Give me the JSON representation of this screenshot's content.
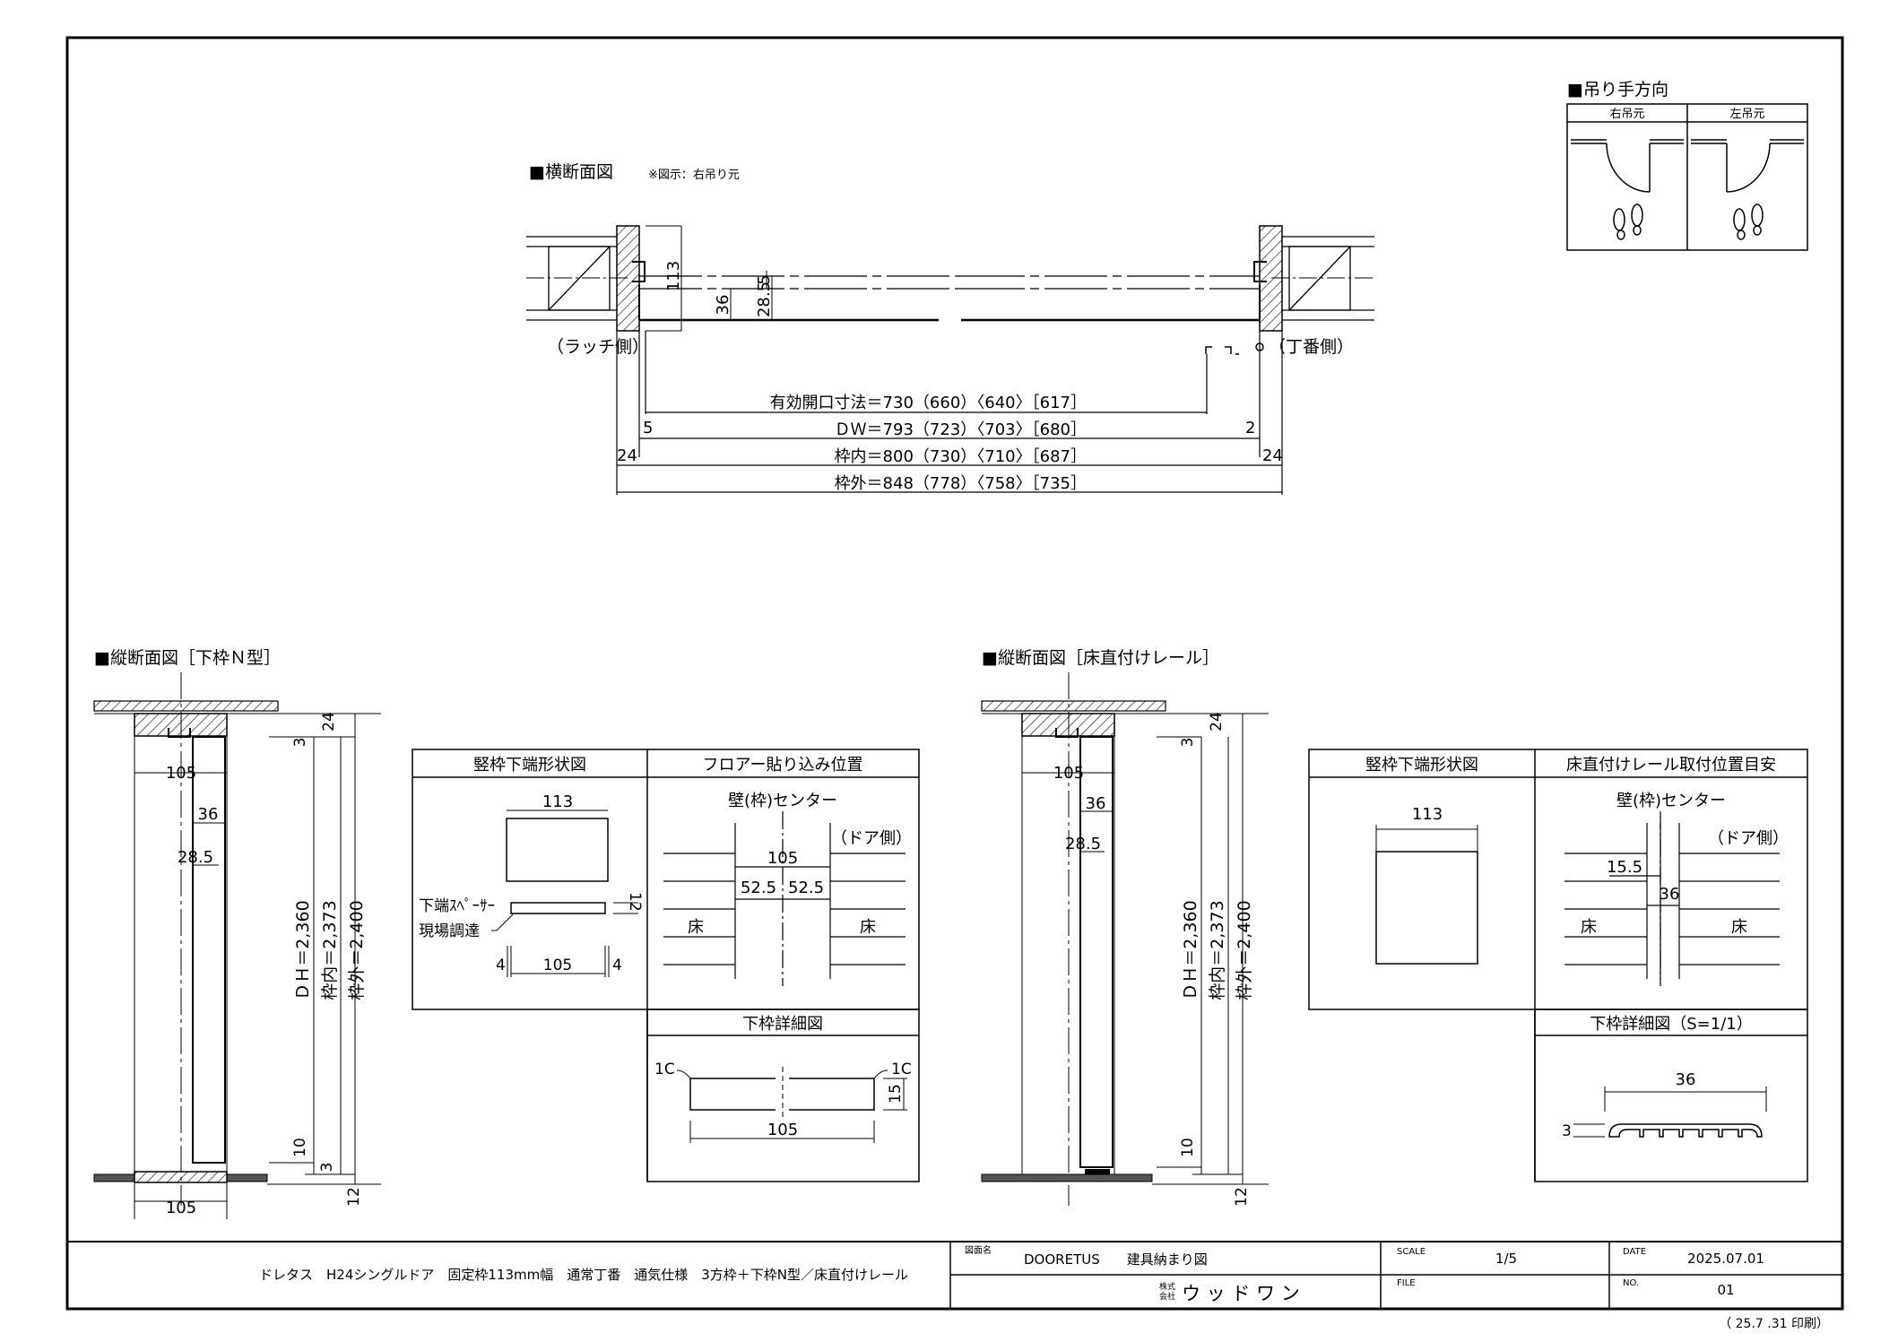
{
  "horizontal_section": {
    "title": "■横断面図",
    "note": "※図示：右吊り元",
    "latch_side": "（ラッチ側）",
    "hinge_side": "（丁番側）",
    "dim_113": "113",
    "dim_36": "36",
    "dim_28_5": "28.5",
    "dim_5_top": "5",
    "dim_5_left": "5",
    "dim_2_right": "2",
    "dim_24_left": "24",
    "dim_24_right": "24",
    "effective_opening": "有効開口寸法＝730（660）〈640〉［617］",
    "dw": "ＤＷ＝793（723）〈703〉［680］",
    "frame_inner": "枠内＝800（730）〈710〉［687］",
    "frame_outer": "枠外＝848（778）〈758〉［735］"
  },
  "hinge_direction": {
    "title": "■吊り手方向",
    "right": "右吊元",
    "left": "左吊元"
  },
  "vertical_n": {
    "title": "■縦断面図［下枠Ｎ型］",
    "dim_105_top": "105",
    "dim_36": "36",
    "dim_28_5": "28.5",
    "dim_105_bottom": "105",
    "dh": "ＤＨ＝2,360",
    "frame_inner": "枠内＝2,373",
    "frame_outer": "枠外＝2,400",
    "dim_24": "24",
    "dim_3_top": "3",
    "dim_10": "10",
    "dim_3_bottom": "3",
    "dim_12": "12"
  },
  "detail_n": {
    "bottom_shape_title": "竪枠下端形状図",
    "floor_position_title": "フロアー貼り込み位置",
    "dim_113": "113",
    "dim_12": "12",
    "spacer_label": "下端ｽﾍﾟｰｻｰ",
    "site_supply": "現場調達",
    "dim_4_left": "4",
    "dim_105": "105",
    "dim_4_right": "4",
    "wall_center": "壁(枠)センター",
    "door_side": "（ドア側）",
    "dim_105_floor": "105",
    "dim_52_5_left": "52.5",
    "dim_52_5_right": "52.5",
    "floor_left": "床",
    "floor_right": "床",
    "bottom_detail_title": "下枠詳細図",
    "chamfer_left": "1C",
    "chamfer_right": "1C",
    "dim_15": "15",
    "dim_105_detail": "105"
  },
  "vertical_rail": {
    "title": "■縦断面図［床直付けレール］",
    "dim_105": "105",
    "dim_36": "36",
    "dim_28_5": "28.5",
    "dh": "ＤＨ＝2,360",
    "frame_inner": "枠内＝2,373",
    "frame_outer": "枠外＝2,400",
    "dim_24": "24",
    "dim_3": "3",
    "dim_10": "10",
    "dim_12": "12"
  },
  "detail_rail": {
    "bottom_shape_title": "竪枠下端形状図",
    "rail_position_title": "床直付けレール取付位置目安",
    "dim_113": "113",
    "wall_center": "壁(枠)センター",
    "door_side": "（ドア側）",
    "dim_15_5": "15.5",
    "dim_36": "36",
    "floor_left": "床",
    "floor_right": "床",
    "bottom_detail_title": "下枠詳細図（S=1/1）",
    "dim_36_detail": "36",
    "dim_3": "3"
  },
  "title_block": {
    "description": "ドレタス　H24シングルドア　固定枠113mm幅　通常丁番　通気仕様　3方枠＋下枠N型／床直付けレール",
    "drawing_name_label": "図面名",
    "drawing_name": "DOORETUS　　建具納まり図",
    "company_label_1": "株式",
    "company_label_2": "会社",
    "company": "ウ ッ ド ワ ン",
    "scale_label": "SCALE",
    "scale": "1/5",
    "file_label": "FILE",
    "date_label": "DATE",
    "date": "2025.07.01",
    "no_label": "NO.",
    "no": "01",
    "printed": "（ 25.7 .31 印刷）"
  }
}
